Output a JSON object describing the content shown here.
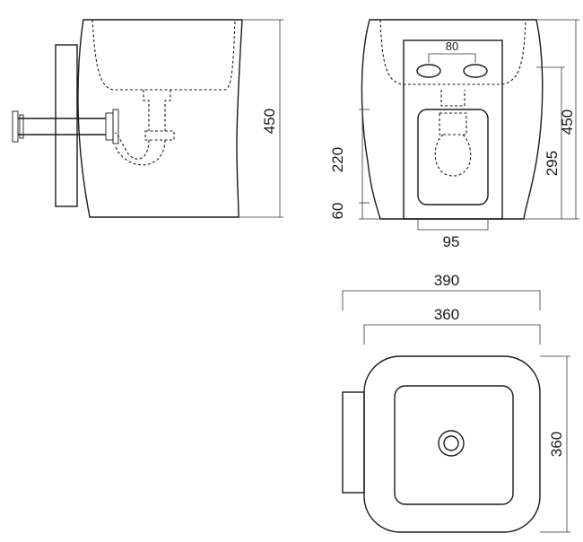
{
  "side_view": {
    "dimensions": {
      "height": "450"
    }
  },
  "front_view": {
    "dimensions": {
      "drain_spacing": "80",
      "height": "450",
      "connection_height": "295",
      "outlet_height": "220",
      "base_height": "60",
      "outlet_width": "95"
    }
  },
  "top_view": {
    "dimensions": {
      "overall_width": "390",
      "bowl_width": "360",
      "depth": "360"
    }
  }
}
